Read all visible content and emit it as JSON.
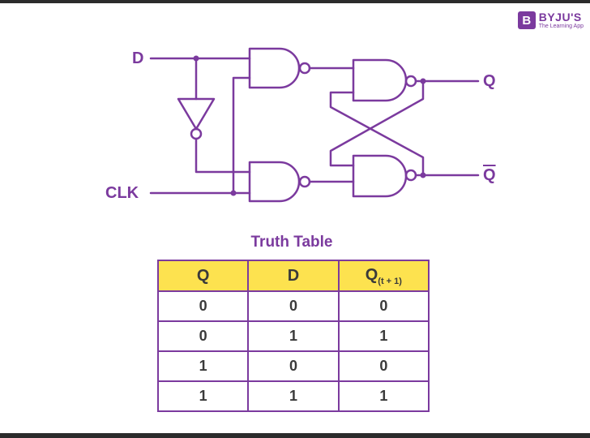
{
  "logo": {
    "badge": "B",
    "name": "BYJU'S",
    "tagline": "The Learning App"
  },
  "colors": {
    "wire": "#7b3a9e",
    "header_fill": "#fde24f",
    "background": "#ffffff"
  },
  "circuit": {
    "inputs": {
      "d": "D",
      "clk": "CLK"
    },
    "outputs": {
      "q": "Q",
      "qbar": "Q"
    },
    "gates": [
      "nand-input-top",
      "nand-input-bottom",
      "nand-latch-top",
      "nand-latch-bottom",
      "not-inverter"
    ]
  },
  "truth_table": {
    "title": "Truth Table",
    "headers": [
      "Q",
      "D",
      "Q"
    ],
    "header_sub": "(t + 1)",
    "rows": [
      [
        "0",
        "0",
        "0"
      ],
      [
        "0",
        "1",
        "1"
      ],
      [
        "1",
        "0",
        "0"
      ],
      [
        "1",
        "1",
        "1"
      ]
    ]
  }
}
